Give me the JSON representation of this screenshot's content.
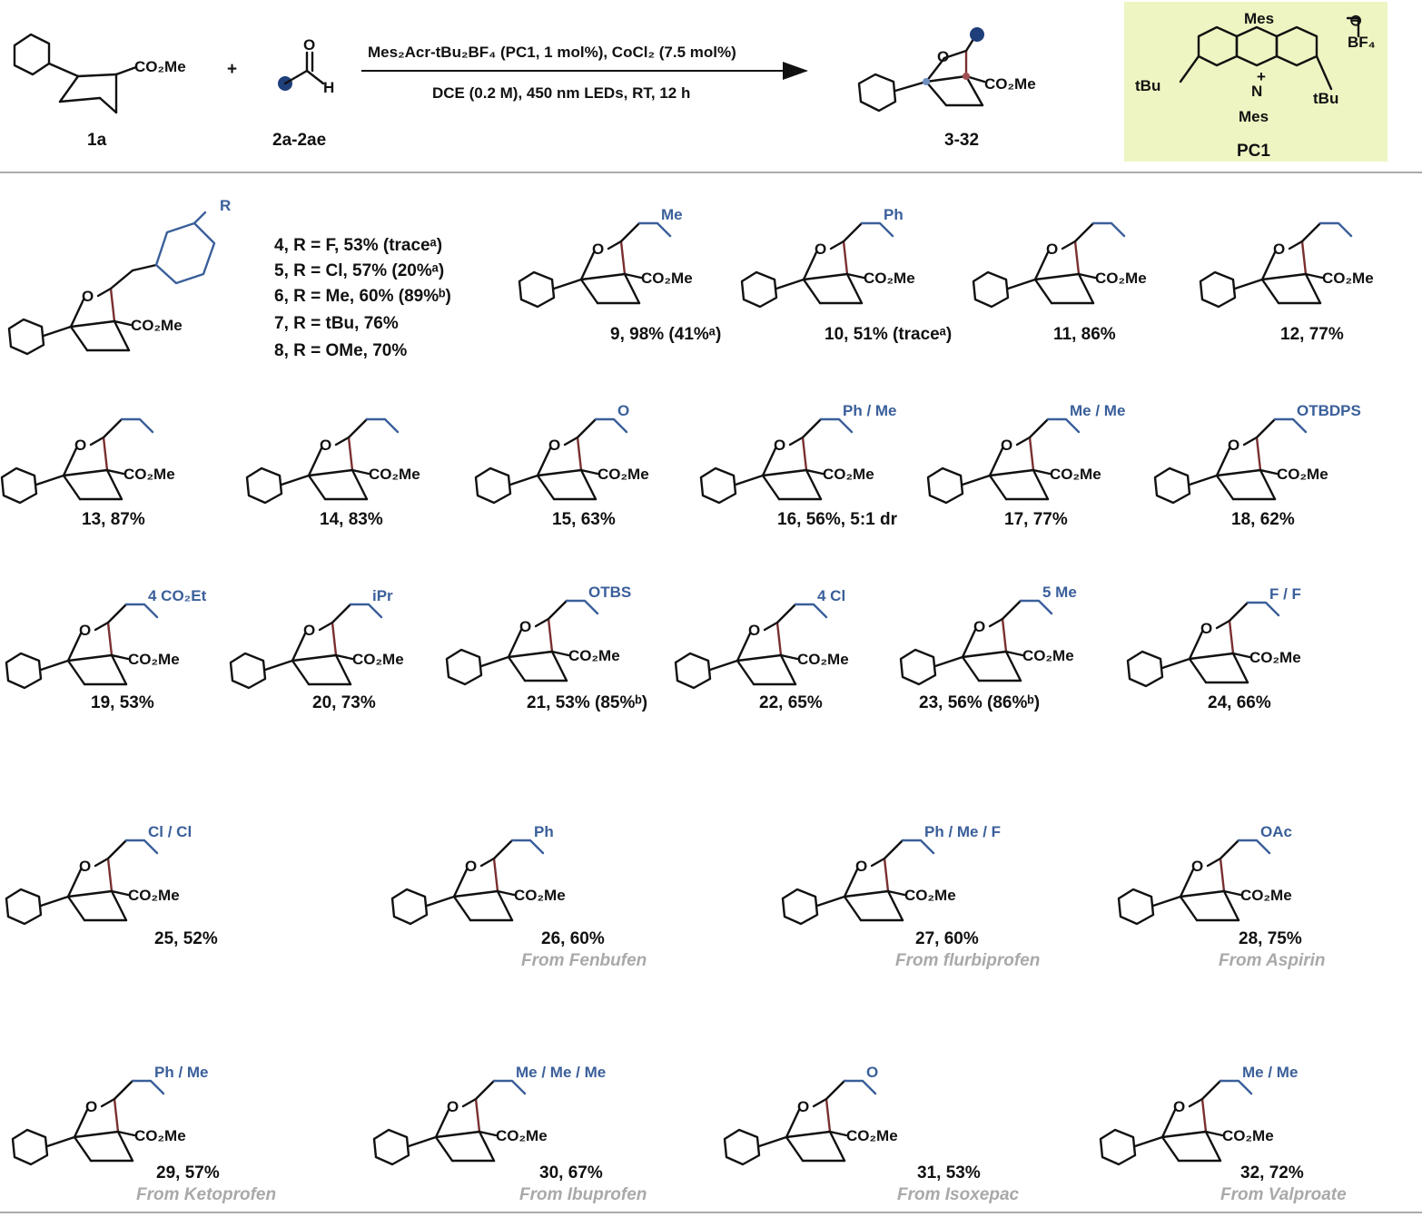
{
  "colors": {
    "accent_blue": "#3a5f9a",
    "red_bond": "#7a2f2f",
    "pc_box": "#eef5c2",
    "source_grey": "#a9a9a9",
    "divider": "#aaaaaa"
  },
  "scheme": {
    "reactant1_label": "1a",
    "reactant2_label": "2a-2ae",
    "product_label": "3-32",
    "plus": "+",
    "conditions_top": "Mes₂Acr-tBu₂BF₄ (PC1, 1 mol%), CoCl₂ (7.5 mol%)",
    "conditions_bottom": "DCE (0.2 M), 450 nm LEDs, RT, 12 h",
    "pc_label": "PC1",
    "pc_texts": [
      "Mes",
      "BF₄",
      "tBu",
      "tBu",
      "N",
      "Mes",
      "+",
      "⊖"
    ]
  },
  "r_series": [
    "4, R = F, 53% (traceᵃ)",
    "5, R = Cl, 57% (20%ᵃ)",
    "6, R = Me, 60% (89%ᵇ)",
    "7, R = tBu, 76%",
    "8, R = OMe, 70%"
  ],
  "entries": [
    {
      "label": "9, 98% (41%ᵃ)",
      "sub": "Me",
      "source": ""
    },
    {
      "label": "10, 51% (traceᵃ)",
      "sub": "Ph",
      "source": ""
    },
    {
      "label": "11, 86%",
      "sub": "",
      "source": ""
    },
    {
      "label": "12, 77%",
      "sub": "",
      "source": ""
    },
    {
      "label": "13, 87%",
      "sub": "",
      "source": ""
    },
    {
      "label": "14, 83%",
      "sub": "",
      "source": ""
    },
    {
      "label": "15, 63%",
      "sub": "O",
      "source": ""
    },
    {
      "label": "16, 56%, 5:1 dr",
      "sub": "Ph / Me",
      "source": ""
    },
    {
      "label": "17, 77%",
      "sub": "Me / Me",
      "source": ""
    },
    {
      "label": "18, 62%",
      "sub": "OTBDPS",
      "source": ""
    },
    {
      "label": "19, 53%",
      "sub": "4 CO₂Et",
      "source": ""
    },
    {
      "label": "20, 73%",
      "sub": "iPr",
      "source": ""
    },
    {
      "label": "21, 53% (85%ᵇ)",
      "sub": "OTBS",
      "source": ""
    },
    {
      "label": "22, 65%",
      "sub": "4 Cl",
      "source": ""
    },
    {
      "label": "23, 56% (86%ᵇ)",
      "sub": "5 Me",
      "source": ""
    },
    {
      "label": "24, 66%",
      "sub": "F / F",
      "source": ""
    },
    {
      "label": "25, 52%",
      "sub": "Cl / Cl",
      "source": ""
    },
    {
      "label": "26, 60%",
      "sub": "Ph",
      "source": "From Fenbufen"
    },
    {
      "label": "27, 60%",
      "sub": "Ph / Me / F",
      "source": "From flurbiprofen"
    },
    {
      "label": "28, 75%",
      "sub": "OAc",
      "source": "From Aspirin"
    },
    {
      "label": "29, 57%",
      "sub": "Ph / Me",
      "source": "From Ketoprofen"
    },
    {
      "label": "30, 67%",
      "sub": "Me / Me / Me",
      "source": "From Ibuprofen"
    },
    {
      "label": "31, 53%",
      "sub": "O",
      "source": "From Isoxepac"
    },
    {
      "label": "32, 72%",
      "sub": "Me / Me",
      "source": "From Valproate"
    }
  ],
  "core_texts": {
    "ester": "CO₂Me",
    "oxygen": "O",
    "aldehyde_O": "O",
    "aldehyde_H": "H",
    "R": "R"
  }
}
